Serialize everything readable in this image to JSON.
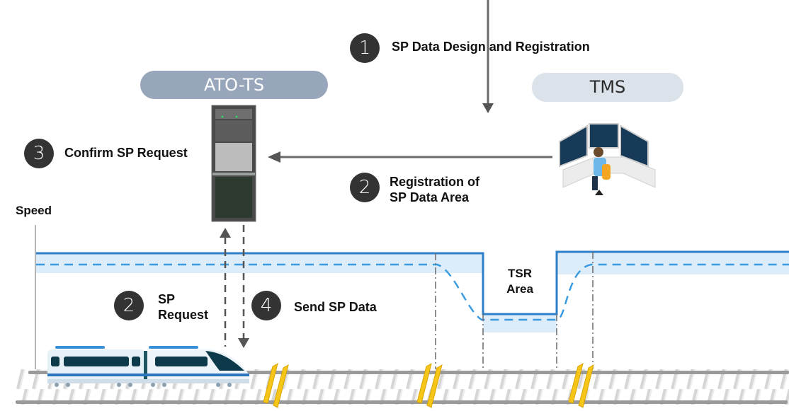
{
  "nodes": {
    "ato_ts": {
      "label": "ATO-TS"
    },
    "tms": {
      "label": "TMS"
    }
  },
  "steps": [
    {
      "number": "1",
      "text": "SP Data Design and Registration"
    },
    {
      "number": "2",
      "text_line1": "Registration of",
      "text_line2": "SP Data Area"
    },
    {
      "number": "3",
      "text": "Confirm SP Request"
    },
    {
      "number": "2",
      "text_line1": "SP",
      "text_line2": "Request"
    },
    {
      "number": "4",
      "text": "Send SP Data"
    }
  ],
  "speed_profile": {
    "axis_label": "Speed",
    "tsr_label_line1": "TSR",
    "tsr_label_line2": "Area"
  },
  "colors": {
    "profile_line": "#2f7fc8",
    "profile_band": "#dcecf8",
    "dashed_line": "#3b9be0",
    "badge": "#333333",
    "ato_pill": "#97a6bb",
    "tms_pill": "#dbe2ea",
    "balise": "#f5c518"
  },
  "icons": [
    "server-rack-icon",
    "operator-console-icon",
    "train-icon",
    "track-icon",
    "balise-icon"
  ]
}
